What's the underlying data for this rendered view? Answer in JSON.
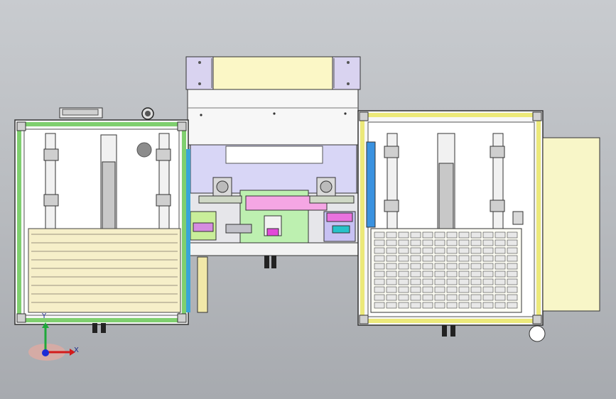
{
  "viewport": {
    "background_top": "#c8cbcf",
    "background_bottom": "#a7aaaf"
  },
  "assembly": {
    "left_module": {
      "frame_color": "#7fcf6f",
      "tray_color": "#f6efc9",
      "tray_lines": 9
    },
    "center_module": {
      "top_plate_color": "#fbf7c6",
      "cap_color": "#d9d3f0",
      "window_color": "#d8d6f6"
    },
    "right_module": {
      "frame_color": "#ece97a",
      "grid_rows": 10,
      "grid_cols": 12,
      "side_box_color": "#f8f6c8"
    }
  },
  "triad": {
    "x_label": "X",
    "y_label": "Y",
    "x_color": "#d21b1b",
    "y_color": "#1ea83a",
    "z_color": "#1b2bd6"
  }
}
